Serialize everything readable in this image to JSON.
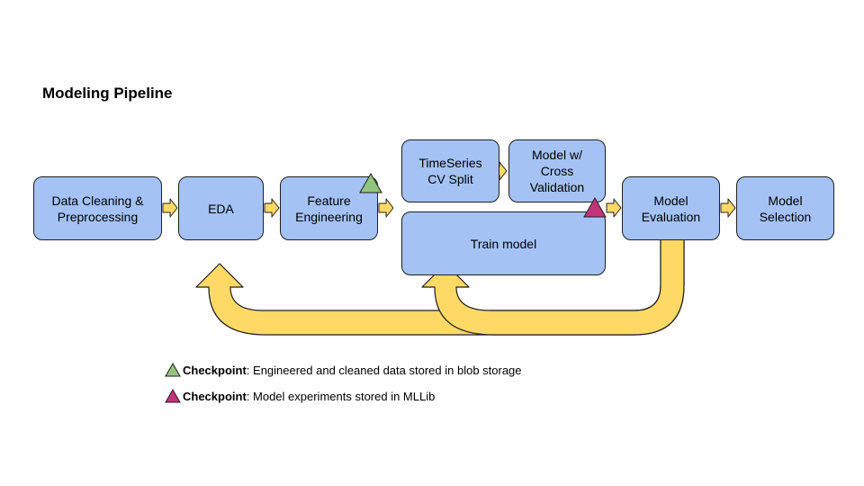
{
  "title": "Modeling Pipeline",
  "colors": {
    "node_fill": "#a4c2f4",
    "node_border": "#1f1f1f",
    "arrow_fill": "#ffd966",
    "arrow_border": "#1f1f1f",
    "checkpoint_green": "#93c47d",
    "checkpoint_magenta": "#c2357b"
  },
  "nodes": {
    "data_cleaning": "Data Cleaning &\nPreprocessing",
    "eda": "EDA",
    "feature_engineering": "Feature\nEngineering",
    "timeseries_split": "TimeSeries\nCV Split",
    "model_cv": "Model w/\nCross\nValidation",
    "train_model": "Train model",
    "model_evaluation": "Model\nEvaluation",
    "model_selection": "Model\nSelection"
  },
  "legend": [
    {
      "marker": "green-triangle",
      "bold": "Checkpoint",
      "text": ": Engineered and cleaned data stored in blob storage"
    },
    {
      "marker": "magenta-triangle",
      "bold": "Checkpoint",
      "text": ": Model experiments stored in MLLib"
    }
  ]
}
